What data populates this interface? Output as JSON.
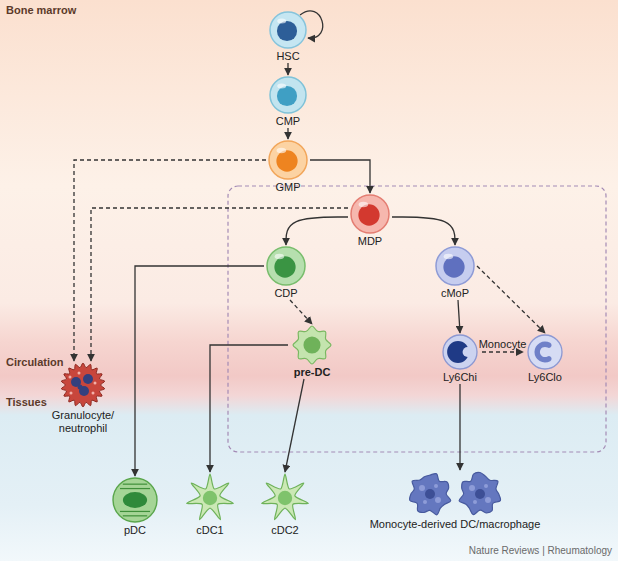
{
  "diagram": {
    "nodes": [
      {
        "text": [
          "HSC"
        ]
      },
      {
        "text": [
          "CMP"
        ]
      },
      {
        "text": [
          "GMP"
        ]
      },
      {
        "text": [
          "MDP"
        ]
      },
      {
        "text": [
          "CDP"
        ]
      },
      {
        "text": [
          "cMoP"
        ]
      },
      {
        "text": [
          "Granulocyte/ neutrophil"
        ]
      },
      {
        "text": [
          "pre-DC"
        ]
      },
      {
        "text": [
          "Ly6Chi"
        ]
      },
      {
        "text": [
          "Ly6Clo"
        ]
      },
      {
        "text": [
          "pDC"
        ]
      },
      {
        "text": [
          "cDC1"
        ]
      },
      {
        "text": [
          "cDC2"
        ]
      },
      {
        "text": [
          "Monocyte-derived DC/macrophage"
        ]
      }
    ],
    "edges": [
      {
        "from": 0,
        "to": 1,
        "arrow": "to"
      },
      {
        "from": 1,
        "to": 2,
        "arrow": "to"
      },
      {
        "from": 2,
        "to": 3,
        "arrow": "to"
      },
      {
        "from": 2,
        "to": 6,
        "arrow": "to"
      },
      {
        "from": 3,
        "to": 6,
        "arrow": "to"
      },
      {
        "from": 3,
        "to": 4,
        "arrow": "to"
      },
      {
        "from": 3,
        "to": 5,
        "arrow": "to"
      },
      {
        "from": 4,
        "to": 10,
        "arrow": "to"
      },
      {
        "from": 4,
        "to": 7,
        "arrow": "to"
      },
      {
        "from": 7,
        "to": 11,
        "arrow": "to"
      },
      {
        "from": 7,
        "to": 12,
        "arrow": "to"
      },
      {
        "from": 5,
        "to": 8,
        "arrow": "to"
      },
      {
        "from": 5,
        "to": 9,
        "arrow": "to"
      },
      {
        "from": 8,
        "to": 9,
        "label": "Monocyte",
        "arrow": "to"
      },
      {
        "from": 8,
        "to": 13,
        "arrow": "to"
      }
    ],
    "labels": [
      "Bone marrow",
      "Circulation",
      "Tissues",
      "Nature Reviews | Rheumatology"
    ]
  }
}
